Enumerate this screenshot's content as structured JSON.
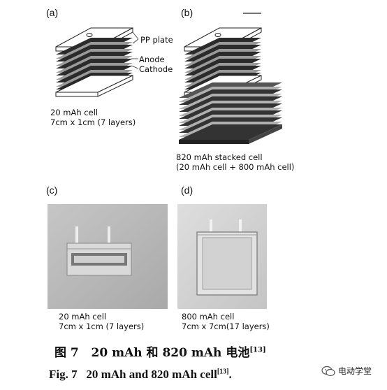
{
  "panels": {
    "a": {
      "label": "(a)",
      "callouts": {
        "pp_plate": "PP plate",
        "anode": "Anode",
        "cathode": "Cathode"
      },
      "caption_lines": [
        "20 mAh cell",
        "7cm x 1cm (7 layers)"
      ]
    },
    "b": {
      "label": "(b)",
      "caption_lines": [
        "820 mAh stacked cell",
        "(20 mAh cell + 800 mAh cell)"
      ]
    },
    "c": {
      "label": "(c)",
      "caption_lines": [
        "20 mAh cell",
        "7cm x 1cm (7 layers)"
      ]
    },
    "d": {
      "label": "(d)",
      "caption_lines": [
        "800 mAh cell",
        "7cm x 7cm(17 layers)"
      ]
    }
  },
  "figure_caption": {
    "cn_prefix": "图 7",
    "cn_title": "20 mAh 和 820 mAh 电池",
    "en_prefix": "Fig. 7",
    "en_title": "20 mAh and 820 mAh cell",
    "ref": "[13]",
    "en_end": "."
  },
  "watermark": {
    "text": "电动学堂",
    "icon": "wechat-icon"
  },
  "colors": {
    "dark_layer": "#2b2b2b",
    "plate": "#ffffff",
    "photo_bg": "#b9b9b9"
  }
}
